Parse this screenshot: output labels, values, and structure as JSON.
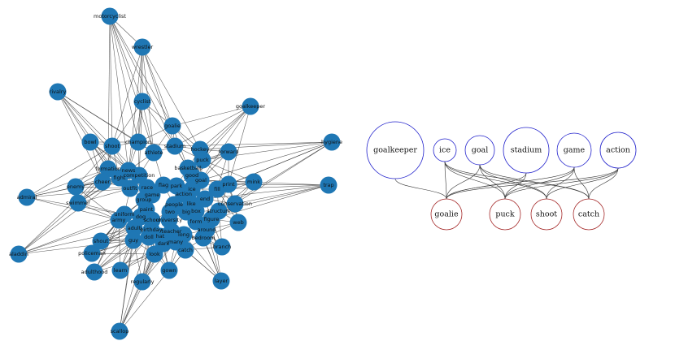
{
  "network_graph": {
    "node_color": "#1f77b4",
    "edge_color": "#222222",
    "outer_nodes": [
      {
        "id": "motorcyclist",
        "label": "motorcyclist"
      },
      {
        "id": "wrestler",
        "label": "wrestler"
      },
      {
        "id": "rivalry",
        "label": "rivalry"
      },
      {
        "id": "cyclist",
        "label": "cyclist"
      },
      {
        "id": "goalkeeper",
        "label": "goalkeeper"
      },
      {
        "id": "hygiene",
        "label": "hygiene"
      },
      {
        "id": "trap",
        "label": "trap"
      },
      {
        "id": "admiral",
        "label": "admiral"
      },
      {
        "id": "aladdin",
        "label": "aladdin"
      },
      {
        "id": "scallop",
        "label": "scallop"
      },
      {
        "id": "layer",
        "label": "layer"
      },
      {
        "id": "gown",
        "label": "gown"
      },
      {
        "id": "regularly",
        "label": "regularly"
      },
      {
        "id": "adulthood",
        "label": "adulthood"
      },
      {
        "id": "learn",
        "label": "learn"
      },
      {
        "id": "policeman",
        "label": "policeman"
      },
      {
        "id": "branch",
        "label": "branch"
      },
      {
        "id": "web",
        "label": "web"
      },
      {
        "id": "mink",
        "label": "mink"
      },
      {
        "id": "bowl",
        "label": "bowl"
      },
      {
        "id": "forward",
        "label": "forward"
      },
      {
        "id": "shout",
        "label": "shout"
      },
      {
        "id": "enemy",
        "label": "enemy"
      },
      {
        "id": "swimmer",
        "label": "swimmer"
      }
    ],
    "inner_nodes": [
      {
        "id": "goalie",
        "label": "goalie"
      },
      {
        "id": "champion",
        "label": "champion"
      },
      {
        "id": "shoot",
        "label": "shoot"
      },
      {
        "id": "athlete",
        "label": "athlete"
      },
      {
        "id": "formation",
        "label": "formation"
      },
      {
        "id": "news",
        "label": "news"
      },
      {
        "id": "competition",
        "label": "competition"
      },
      {
        "id": "cheer",
        "label": "cheer"
      },
      {
        "id": "fight",
        "label": "fight"
      },
      {
        "id": "stadium",
        "label": "stadium"
      },
      {
        "id": "puck",
        "label": "puck"
      },
      {
        "id": "hockey",
        "label": "hockey"
      },
      {
        "id": "basketball",
        "label": "basketball"
      },
      {
        "id": "goal",
        "label": "goal"
      },
      {
        "id": "good",
        "label": "good"
      },
      {
        "id": "flag",
        "label": "flag"
      },
      {
        "id": "park",
        "label": "park"
      },
      {
        "id": "ice",
        "label": "ice"
      },
      {
        "id": "race",
        "label": "race"
      },
      {
        "id": "outfit",
        "label": "outfit"
      },
      {
        "id": "game",
        "label": "game"
      },
      {
        "id": "action",
        "label": "action"
      },
      {
        "id": "end",
        "label": "end"
      },
      {
        "id": "fill",
        "label": "fill"
      },
      {
        "id": "print",
        "label": "print"
      },
      {
        "id": "like",
        "label": "like"
      },
      {
        "id": "people",
        "label": "people"
      },
      {
        "id": "group",
        "label": "group"
      },
      {
        "id": "box",
        "label": "box"
      },
      {
        "id": "conservation",
        "label": "conservation"
      },
      {
        "id": "structure",
        "label": "structure"
      },
      {
        "id": "paint",
        "label": "paint"
      },
      {
        "id": "two",
        "label": "two"
      },
      {
        "id": "big",
        "label": "big"
      },
      {
        "id": "dog",
        "label": "dog"
      },
      {
        "id": "army",
        "label": "army"
      },
      {
        "id": "uniform",
        "label": "uniform"
      },
      {
        "id": "school",
        "label": "school"
      },
      {
        "id": "university",
        "label": "university"
      },
      {
        "id": "figure",
        "label": "figure"
      },
      {
        "id": "form",
        "label": "form"
      },
      {
        "id": "adult",
        "label": "adult"
      },
      {
        "id": "birthday",
        "label": "birthday"
      },
      {
        "id": "teacher",
        "label": "teacher"
      },
      {
        "id": "around",
        "label": "around"
      },
      {
        "id": "doll",
        "label": "doll"
      },
      {
        "id": "hat",
        "label": "hat"
      },
      {
        "id": "long",
        "label": "long"
      },
      {
        "id": "bedroom",
        "label": "bedroom"
      },
      {
        "id": "guy",
        "label": "guy"
      },
      {
        "id": "dark",
        "label": "dark"
      },
      {
        "id": "many",
        "label": "many"
      },
      {
        "id": "catch",
        "label": "catch"
      },
      {
        "id": "look",
        "label": "look"
      }
    ]
  },
  "bipartite_graph": {
    "top_stroke": "#2222cc",
    "bottom_stroke": "#a52a2a",
    "edge_color": "#333333",
    "top_nodes": [
      {
        "id": "goalkeeper",
        "label": "goalkeeper"
      },
      {
        "id": "ice",
        "label": "ice"
      },
      {
        "id": "goal",
        "label": "goal"
      },
      {
        "id": "stadium",
        "label": "stadium"
      },
      {
        "id": "game",
        "label": "game"
      },
      {
        "id": "action",
        "label": "action"
      }
    ],
    "bottom_nodes": [
      {
        "id": "goalie",
        "label": "goalie"
      },
      {
        "id": "puck",
        "label": "puck"
      },
      {
        "id": "shoot",
        "label": "shoot"
      },
      {
        "id": "catch",
        "label": "catch"
      }
    ],
    "edges": [
      [
        "goalkeeper",
        "goalie"
      ],
      [
        "ice",
        "goalie"
      ],
      [
        "ice",
        "puck"
      ],
      [
        "ice",
        "shoot"
      ],
      [
        "ice",
        "catch"
      ],
      [
        "goal",
        "goalie"
      ],
      [
        "goal",
        "puck"
      ],
      [
        "goal",
        "shoot"
      ],
      [
        "goal",
        "catch"
      ],
      [
        "stadium",
        "goalie"
      ],
      [
        "stadium",
        "puck"
      ],
      [
        "game",
        "goalie"
      ],
      [
        "game",
        "puck"
      ],
      [
        "game",
        "shoot"
      ],
      [
        "game",
        "catch"
      ],
      [
        "action",
        "goalie"
      ],
      [
        "action",
        "puck"
      ],
      [
        "action",
        "shoot"
      ],
      [
        "action",
        "catch"
      ]
    ]
  }
}
